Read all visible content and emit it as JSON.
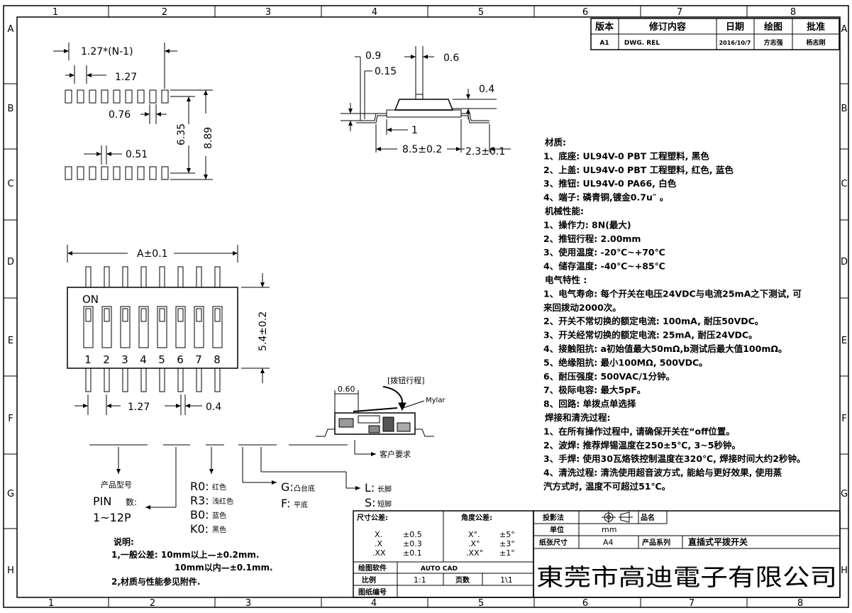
{
  "frame": {
    "col_labels": [
      "1",
      "2",
      "3",
      "4",
      "5",
      "6",
      "7",
      "8"
    ],
    "row_labels": [
      "A",
      "B",
      "C",
      "D",
      "E",
      "F",
      "G",
      "H"
    ]
  },
  "revision_table": {
    "headers": [
      "版本",
      "修订内容",
      "日期",
      "绘图",
      "批准"
    ],
    "row": [
      "A1",
      "DWG. REL",
      "2016/10/7",
      "方志强",
      "杨志刚"
    ]
  },
  "top_left_view": {
    "dim_pitch_total": "1.27*(N-1)",
    "dim_pitch": "1.27",
    "dim_pad_w": "0.76",
    "dim_row_gap": "6.35",
    "dim_total_h": "8.89",
    "dim_pad_w2": "0.51"
  },
  "side_view": {
    "dim_09": "0.9",
    "dim_06": "0.6",
    "dim_015": "0.15",
    "dim_04": "0.4",
    "dim_1": "1",
    "dim_body": "8.5±0.2",
    "dim_lead": "2.3±0.1"
  },
  "top_view": {
    "dim_width": "A±0.1",
    "dim_height": "5.4±0.2",
    "on_label": "ON",
    "switch_numbers": [
      "1",
      "2",
      "3",
      "4",
      "5",
      "6",
      "7",
      "8"
    ],
    "dim_pitch": "1.27",
    "dim_lead_w": "0.4"
  },
  "cross_section": {
    "stroke_label": "[拨钮行程]",
    "dim": "0.60",
    "mylar": "Mylar"
  },
  "part_code": {
    "customer_req": "客户要求",
    "product_model": "产品型号",
    "pin_label": "PIN",
    "pin_count_label": "数:",
    "pin_range": "1~12P",
    "colors": [
      {
        "code": "R0:",
        "name": "红色"
      },
      {
        "code": "R3:",
        "name": "浅红色"
      },
      {
        "code": "B0:",
        "name": "蓝色"
      },
      {
        "code": "K0:",
        "name": "黑色"
      }
    ],
    "base": [
      {
        "code": "G:",
        "name": "凸台底"
      },
      {
        "code": "F:",
        "name": "平底"
      }
    ],
    "legs": [
      {
        "code": "L:",
        "name": "长脚"
      },
      {
        "code": "S:",
        "name": "短脚"
      }
    ]
  },
  "notes": {
    "title": "说明:",
    "line1": "1,一般公差: 10mm以上—±0.2mm.",
    "line1b": "10mm以内—±0.1mm.",
    "line2": "2,材质与性能参见附件."
  },
  "specs": [
    {
      "text": "材质:",
      "head": true
    },
    {
      "text": "1、底座: UL94V-0 PBT 工程塑料, 黑色"
    },
    {
      "text": "2、上盖: UL94V-0 PBT 工程塑料, 红色, 蓝色"
    },
    {
      "text": "3、推钮: UL94V-0 PA66, 白色"
    },
    {
      "text": "4、端子: 磷青铜,镀金0.7u″ 。"
    },
    {
      "text": "机械性能:",
      "head": true
    },
    {
      "text": "1、操作力: 8N(最大)"
    },
    {
      "text": "2、推钮行程: 2.00mm"
    },
    {
      "text": "3、使用温度: -20℃~+70℃"
    },
    {
      "text": "4、储存温度: -40℃~+85℃"
    },
    {
      "text": "电气特性 :",
      "head": true
    },
    {
      "text": "1、电气寿命: 每个开关在电压24VDC与电流25mA之下测试, 可"
    },
    {
      "text": "    来回拨动2000次。"
    },
    {
      "text": "2、开关不常切换的额定电流: 100mA, 耐压50VDC。"
    },
    {
      "text": "3、开关经常切换的额定电流: 25mA, 耐压24VDC。"
    },
    {
      "text": "4、接触阻抗: a初始值最大50mΩ,b测试后最大值100mΩ。"
    },
    {
      "text": "5、绝缘阻抗: 最小100MΩ, 500VDC。"
    },
    {
      "text": "6、耐压强度: 500VAC/1分钟。"
    },
    {
      "text": "7、极际电容: 最大5pF。"
    },
    {
      "text": "8、回路: 单拨点单选择"
    },
    {
      "text": "焊接和清洗过程:",
      "head": true
    },
    {
      "text": "1、在所有操作过程中, 请确保开关在“off位置。"
    },
    {
      "text": "2、波焊: 推荐焊锡温度在250±5℃, 3~5秒钟。"
    },
    {
      "text": "3、手焊: 使用30瓦烙铁控制温度在320℃, 焊接时间大约2秒钟。"
    },
    {
      "text": "4、清洗过程: 清洗使用超音波方式, 能給与更好效果, 使用蒸"
    },
    {
      "text": "    汽方式时, 温度不可超过51℃。"
    }
  ],
  "tolerance_block": {
    "size_tol_label": "尺寸公差:",
    "angle_tol_label": "角度公差:",
    "size_rows": [
      [
        "X.",
        "±0.5"
      ],
      [
        ".X",
        "±0.3"
      ],
      [
        ".XX",
        "±0.1"
      ]
    ],
    "angle_rows": [
      [
        "X°.",
        "±5°"
      ],
      [
        ".X°",
        "±3°"
      ],
      [
        ".XX°",
        "±1°"
      ]
    ],
    "software_label": "绘图软件",
    "software_value": "AUTO CAD",
    "scale_label": "比例",
    "scale_value": "1:1",
    "page_label": "页数",
    "page_value": "1\\1",
    "drawing_no_label": "图纸编号"
  },
  "title_block": {
    "projection_label": "投影法",
    "name_label": "品名",
    "unit_label": "单位",
    "unit_value": "mm",
    "size_label": "纸张尺寸",
    "size_value": "A4",
    "series_label": "产品系列",
    "series_value": "直插式平拨开关",
    "company": "東莞市高迪電子有限公司"
  }
}
